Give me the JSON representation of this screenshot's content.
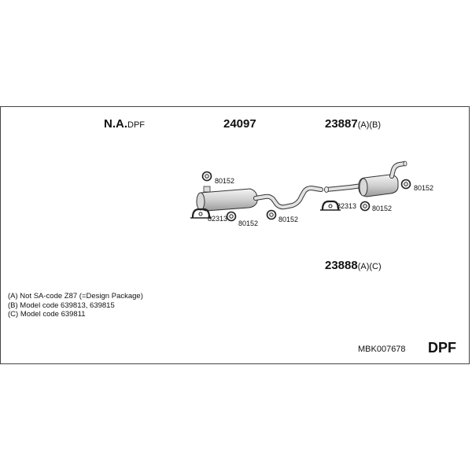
{
  "labels": {
    "na_main": "N.A.",
    "na_suffix": "DPF",
    "part1": "24097",
    "part2_main": "23887",
    "part2_suffix": "(A)(B)",
    "part3_main": "23888",
    "part3_suffix": "(A)(C)"
  },
  "parts": {
    "clamp_a": "80152",
    "clamp_b": "80152",
    "clamp_c": "80152",
    "clamp_d": "80152",
    "clamp_e": "80152",
    "hanger_a": "82313",
    "hanger_b": "82313"
  },
  "notes": [
    "(A) Not SA-code Z87 (=Design Package)",
    "(B) Model code 639813, 639815",
    "(C) Model code 639811"
  ],
  "footer": {
    "code": "MBK007678",
    "type": "DPF"
  },
  "colors": {
    "frame": "#444444",
    "part_fill": "#e6e6e6",
    "part_stroke": "#333333"
  }
}
